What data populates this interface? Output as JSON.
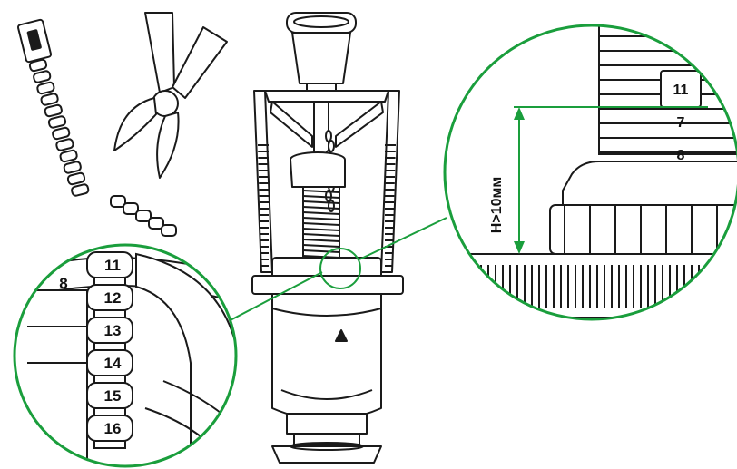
{
  "colors": {
    "accent": "#1a9e3c",
    "line": "#1a1a1a",
    "background": "#ffffff"
  },
  "left_zoom": {
    "labels": [
      "8",
      "11",
      "12",
      "13",
      "14",
      "15",
      "16"
    ]
  },
  "right_zoom": {
    "labels": [
      "11",
      "7",
      "8"
    ],
    "height_note": "H>10мм"
  },
  "icons": [
    "cut-strip-pieces",
    "side-cutters",
    "flush-valve"
  ]
}
